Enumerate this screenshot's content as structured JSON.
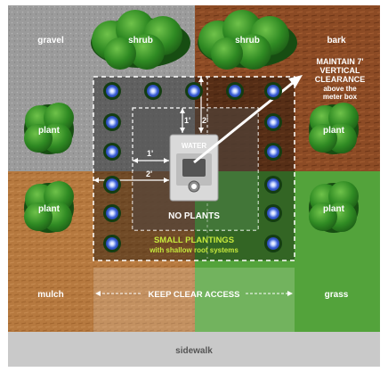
{
  "zones": {
    "gravel": "gravel",
    "bark": "bark",
    "mulch": "mulch",
    "grass": "grass",
    "sidewalk": "sidewalk"
  },
  "plants": {
    "shrub_left": "shrub",
    "shrub_right": "shrub",
    "plant_1": "plant",
    "plant_2": "plant",
    "plant_3": "plant",
    "plant_4": "plant"
  },
  "meter": {
    "label": "WATER",
    "no_plants": "NO PLANTS"
  },
  "dimensions": {
    "one_ft_top": "1'",
    "two_ft_top": "2'",
    "one_ft_side": "1'",
    "two_ft_side": "2'"
  },
  "small_plantings": {
    "line1": "SMALL PLANTINGS",
    "line2": "with shallow root systems"
  },
  "keep_clear": "KEEP CLEAR ACCESS",
  "clearance": {
    "line1": "MAINTAIN 7'",
    "line2": "VERTICAL",
    "line3": "CLEARANCE",
    "line4": "above the",
    "line5": "meter box"
  },
  "colors": {
    "gravel": "#9a9a9a",
    "bark": "#8b4a26",
    "mulch": "#b5783f",
    "grass": "#52a23a",
    "sidewalk": "#c8c8c8",
    "small_planting_text": "#c6e83c",
    "flower": "#4466dd"
  }
}
